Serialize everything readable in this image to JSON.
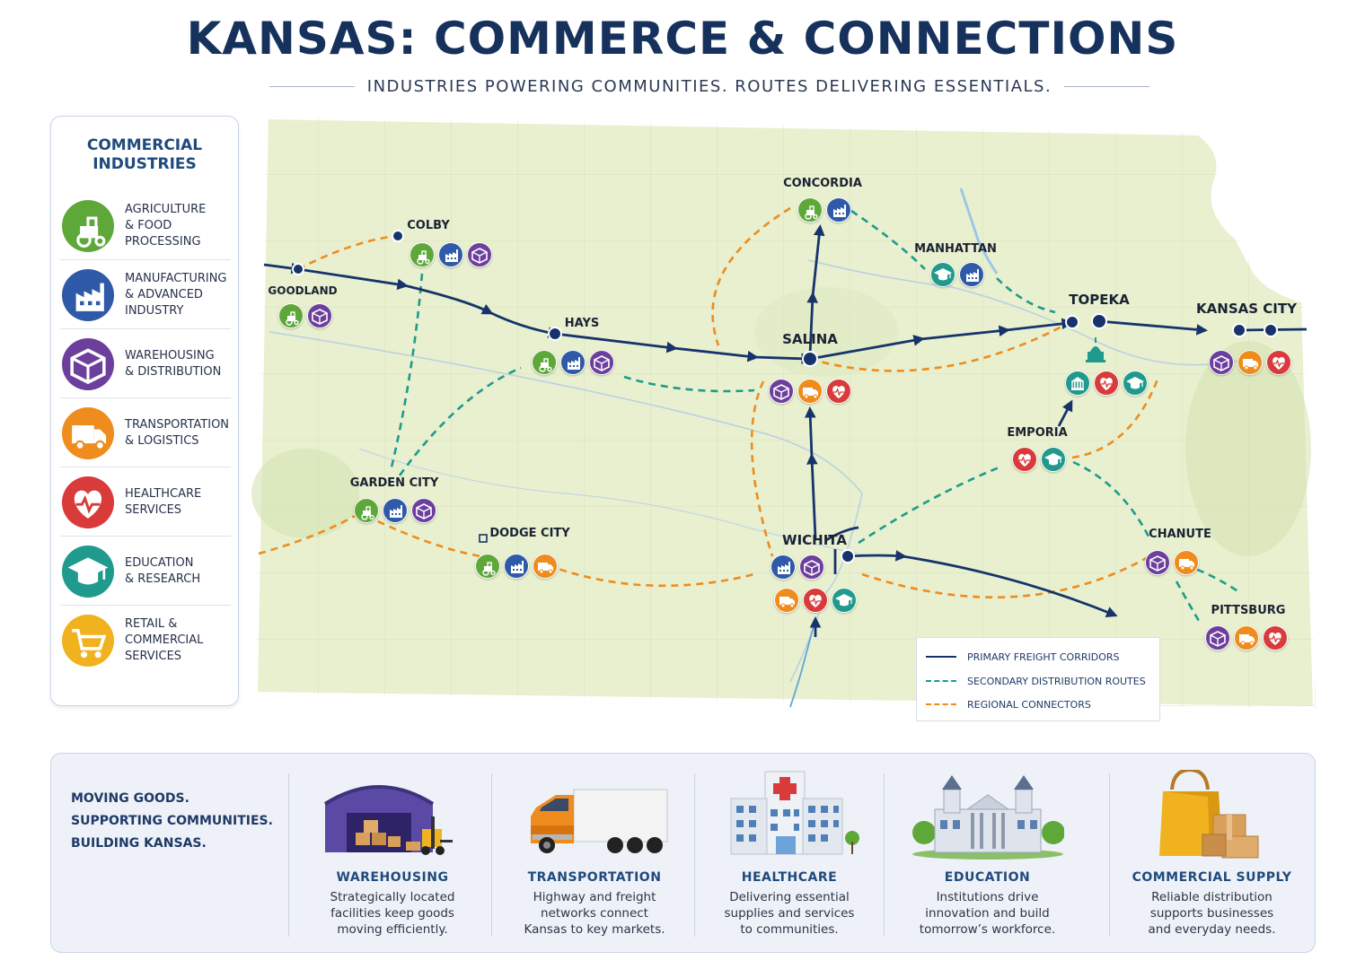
{
  "title": "KANSAS: COMMERCE & CONNECTIONS",
  "subtitle": "INDUSTRIES POWERING COMMUNITIES. ROUTES DELIVERING ESSENTIALS.",
  "colors": {
    "agriculture": "#5ea83a",
    "manufacturing": "#2f5aa8",
    "warehousing": "#6d3f9c",
    "transportation": "#ee8c1e",
    "healthcare": "#d93a3a",
    "education": "#1f9a8c",
    "retail": "#f0b21e",
    "primary_route": "#17336b",
    "secondary_route": "#1f9a8c",
    "regional_route": "#ee8c1e",
    "map_fill": "#e8f0cf"
  },
  "legend": {
    "title": "COMMERCIAL\nINDUSTRIES",
    "items": [
      {
        "key": "agriculture",
        "icon": "tractor-icon",
        "label": "AGRICULTURE\n& FOOD\nPROCESSING"
      },
      {
        "key": "manufacturing",
        "icon": "factory-icon",
        "label": "MANUFACTURING\n& ADVANCED\nINDUSTRY"
      },
      {
        "key": "warehousing",
        "icon": "box-icon",
        "label": "WAREHOUSING\n& DISTRIBUTION"
      },
      {
        "key": "transportation",
        "icon": "truck-icon",
        "label": "TRANSPORTATION\n& LOGISTICS"
      },
      {
        "key": "healthcare",
        "icon": "heart-pulse-icon",
        "label": "HEALTHCARE\nSERVICES"
      },
      {
        "key": "education",
        "icon": "graduation-cap-icon",
        "label": "EDUCATION\n& RESEARCH"
      },
      {
        "key": "retail",
        "icon": "shopping-cart-icon",
        "label": "RETAIL &\nCOMMERCIAL\nSERVICES"
      }
    ]
  },
  "cities": [
    {
      "name": "GOODLAND",
      "industries": [
        "agriculture",
        "warehousing"
      ]
    },
    {
      "name": "COLBY",
      "industries": [
        "agriculture",
        "manufacturing",
        "warehousing"
      ]
    },
    {
      "name": "HAYS",
      "industries": [
        "agriculture",
        "manufacturing",
        "warehousing"
      ]
    },
    {
      "name": "CONCORDIA",
      "industries": [
        "agriculture",
        "manufacturing"
      ]
    },
    {
      "name": "MANHATTAN",
      "industries": [
        "education",
        "manufacturing"
      ]
    },
    {
      "name": "SALINA",
      "industries": [
        "warehousing",
        "transportation",
        "healthcare"
      ]
    },
    {
      "name": "TOPEKA",
      "industries": [
        "government",
        "healthcare",
        "education"
      ]
    },
    {
      "name": "KANSAS CITY",
      "industries": [
        "warehousing",
        "transportation",
        "healthcare"
      ]
    },
    {
      "name": "GARDEN CITY",
      "industries": [
        "agriculture",
        "manufacturing",
        "warehousing"
      ]
    },
    {
      "name": "DODGE CITY",
      "industries": [
        "agriculture",
        "manufacturing",
        "transportation"
      ]
    },
    {
      "name": "WICHITA",
      "industries": [
        "manufacturing",
        "warehousing",
        "transportation",
        "healthcare",
        "education"
      ]
    },
    {
      "name": "EMPORIA",
      "industries": [
        "healthcare",
        "education"
      ]
    },
    {
      "name": "CHANUTE",
      "industries": [
        "warehousing",
        "transportation"
      ]
    },
    {
      "name": "PITTSBURG",
      "industries": [
        "warehousing",
        "transportation",
        "healthcare"
      ]
    }
  ],
  "route_legend": [
    {
      "type": "primary",
      "label": "PRIMARY FREIGHT CORRIDORS"
    },
    {
      "type": "secondary",
      "label": "SECONDARY DISTRIBUTION ROUTES"
    },
    {
      "type": "regional",
      "label": "REGIONAL CONNECTORS"
    }
  ],
  "bottom": {
    "tagline": "MOVING GOODS.\nSUPPORTING COMMUNITIES.\nBUILDING KANSAS.",
    "cards": [
      {
        "icon": "warehouse-forklift-icon",
        "title": "WAREHOUSING",
        "desc": "Strategically located\nfacilities keep goods\nmoving efficiently."
      },
      {
        "icon": "semi-truck-icon",
        "title": "TRANSPORTATION",
        "desc": "Highway and freight\nnetworks connect\nKansas to key markets."
      },
      {
        "icon": "hospital-icon",
        "title": "HEALTHCARE",
        "desc": "Delivering essential\nsupplies and services\nto communities."
      },
      {
        "icon": "university-building-icon",
        "title": "EDUCATION",
        "desc": "Institutions drive\ninnovation and build\ntomorrow’s workforce."
      },
      {
        "icon": "shopping-bag-boxes-icon",
        "title": "COMMERCIAL SUPPLY",
        "desc": "Reliable distribution\nsupports businesses\nand everyday needs."
      }
    ]
  }
}
